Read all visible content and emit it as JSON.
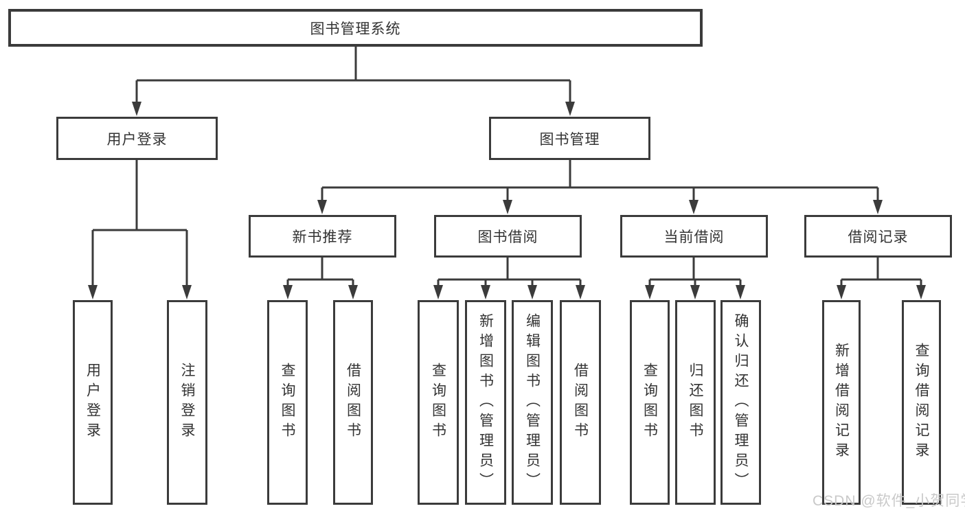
{
  "diagram": {
    "root": {
      "label": "图书管理系统"
    },
    "level2": [
      {
        "label": "用户登录"
      },
      {
        "label": "图书管理"
      }
    ],
    "level3": [
      {
        "label": "新书推荐",
        "parent": "图书管理"
      },
      {
        "label": "图书借阅",
        "parent": "图书管理"
      },
      {
        "label": "当前借阅",
        "parent": "图书管理"
      },
      {
        "label": "借阅记录",
        "parent": "图书管理"
      }
    ],
    "leaves": [
      {
        "label": "用户登录",
        "parent": "用户登录"
      },
      {
        "label": "注销登录",
        "parent": "用户登录"
      },
      {
        "label": "查询图书",
        "parent": "新书推荐"
      },
      {
        "label": "借阅图书",
        "parent": "新书推荐"
      },
      {
        "label": "查询图书",
        "parent": "图书借阅"
      },
      {
        "label": "新增图书（管理员）",
        "parent": "图书借阅"
      },
      {
        "label": "编辑图书（管理员）",
        "parent": "图书借阅"
      },
      {
        "label": "借阅图书",
        "parent": "图书借阅"
      },
      {
        "label": "查询图书",
        "parent": "当前借阅"
      },
      {
        "label": "归还图书",
        "parent": "当前借阅"
      },
      {
        "label": "确认归还（管理员）",
        "parent": "当前借阅"
      },
      {
        "label": "新增借阅记录",
        "parent": "借阅记录"
      },
      {
        "label": "查询借阅记录",
        "parent": "借阅记录"
      }
    ]
  },
  "watermark": {
    "text": "CSDN @软件_小贺同学"
  },
  "colors": {
    "line": "#3b3b3b",
    "box_border": "#3b3b3b",
    "text": "#333333",
    "background": "#ffffff",
    "watermark": "#c9c9c9"
  }
}
